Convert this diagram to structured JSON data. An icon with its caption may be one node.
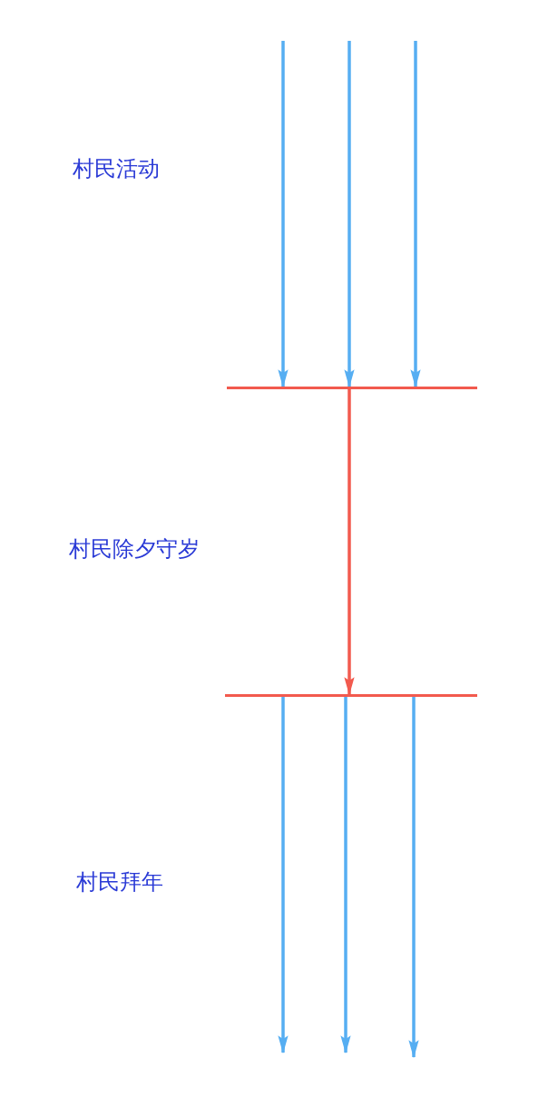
{
  "diagram": {
    "nodes": [
      {
        "text": [],
        "shape": "bar"
      },
      {
        "text": [],
        "shape": "bar"
      }
    ],
    "edges": [
      {
        "from": null,
        "to": 0,
        "arrow": "to"
      },
      {
        "from": null,
        "to": 0,
        "arrow": "to"
      },
      {
        "from": null,
        "to": 0,
        "arrow": "to"
      },
      {
        "from": 0,
        "to": 1,
        "arrow": "to",
        "color": "#f25a4e"
      },
      {
        "from": 1,
        "to": null,
        "arrow": "to"
      },
      {
        "from": 1,
        "to": null,
        "arrow": "to"
      },
      {
        "from": 1,
        "to": null,
        "arrow": "to"
      }
    ],
    "labels": [
      "村民活动",
      "村民除夕守岁",
      "村民拜年"
    ]
  }
}
